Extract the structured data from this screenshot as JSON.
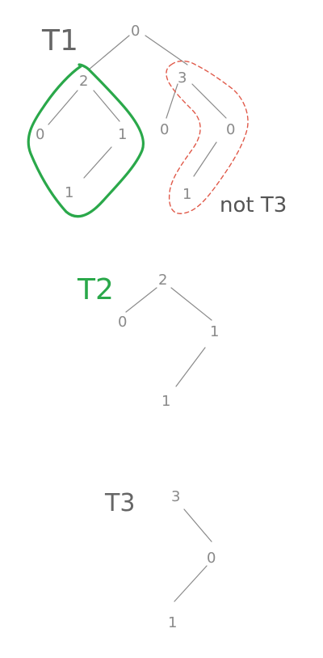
{
  "labels": {
    "t1": "T1",
    "t2": "T2",
    "t3": "T3",
    "not_t3": "not T3"
  },
  "tree_t1": {
    "root": "0",
    "left_root": "2",
    "left_left": "0",
    "left_right": "1",
    "left_right_left": "1",
    "right_root": "3",
    "right_left": "0",
    "right_right": "0",
    "right_right_left": "1"
  },
  "tree_t2": {
    "root": "2",
    "left": "0",
    "right": "1",
    "right_left": "1"
  },
  "tree_t3": {
    "root": "3",
    "right": "0",
    "right_left": "1"
  },
  "colors": {
    "green_highlight": "#2aa84a",
    "red_dashed": "#e05a4a",
    "ink": "#8a8a8a",
    "label_ink": "#555555"
  }
}
